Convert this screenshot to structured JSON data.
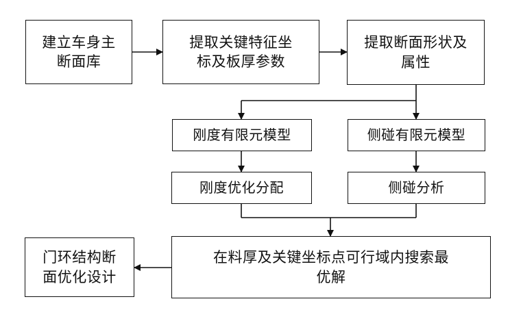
{
  "nodes": {
    "build_library": "建立车身主\n断面库",
    "extract_params": "提取关键特征坐\n标及板厚参数",
    "extract_shape": "提取断面形状及\n属性",
    "stiffness_fe": "刚度有限元模型",
    "side_impact_fe": "侧碰有限元模型",
    "stiffness_opt": "刚度优化分配",
    "side_impact_analysis": "侧碰分析",
    "search_optimum": "在料厚及关键坐标点可行域内搜索最\n优解",
    "door_ring_design": "门环结构断\n面优化设计"
  },
  "colors": {
    "stroke": "#111111",
    "background": "#ffffff"
  }
}
